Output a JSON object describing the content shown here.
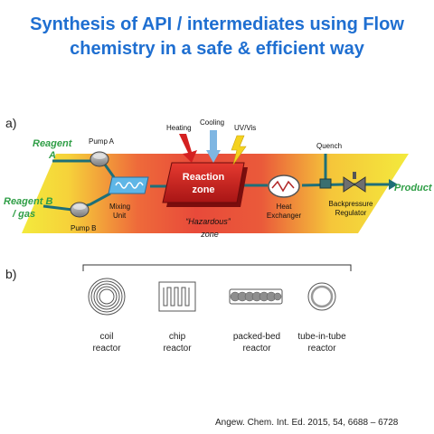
{
  "title": {
    "line1": "Synthesis  of  API / intermediates using Flow",
    "line2": "chemistry in a safe & efficient way"
  },
  "panel_a": {
    "marker": "a)",
    "reagent_a": [
      "Reagent",
      "A"
    ],
    "reagent_b": [
      "Reagent B",
      "/ gas"
    ],
    "pump_a": "Pump A",
    "pump_b": "Pump B",
    "mixing_unit": [
      "Mixing",
      "Unit"
    ],
    "reaction_zone": [
      "Reaction",
      "zone"
    ],
    "inputs": {
      "heating": "Heating",
      "cooling": "Cooling",
      "uv": "UV/Vis"
    },
    "hazard_zone": [
      "“Hazardous”",
      "zone"
    ],
    "heat_exchanger": [
      "Heat",
      "Exchanger"
    ],
    "quench": "Quench",
    "backpressure_regulator": [
      "Backpressure",
      "Regulator"
    ],
    "product": "Product"
  },
  "panel_b": {
    "marker": "b)",
    "reactors": [
      [
        "coil",
        "reactor"
      ],
      [
        "chip",
        "reactor"
      ],
      [
        "packed-bed",
        "reactor"
      ],
      [
        "tube-in-tube",
        "reactor"
      ]
    ]
  },
  "citation": "Angew. Chem. Int. Ed. 2015, 54, 6688 – 6728",
  "colors": {
    "title": "#1f6fd1",
    "label_green": "#2f9e46",
    "reaction_zone": "#cc1e1e",
    "hazard_yellow": "#f3ea3c",
    "hazard_red": "#e94a3a",
    "tube_teal": "#1e6f78"
  }
}
